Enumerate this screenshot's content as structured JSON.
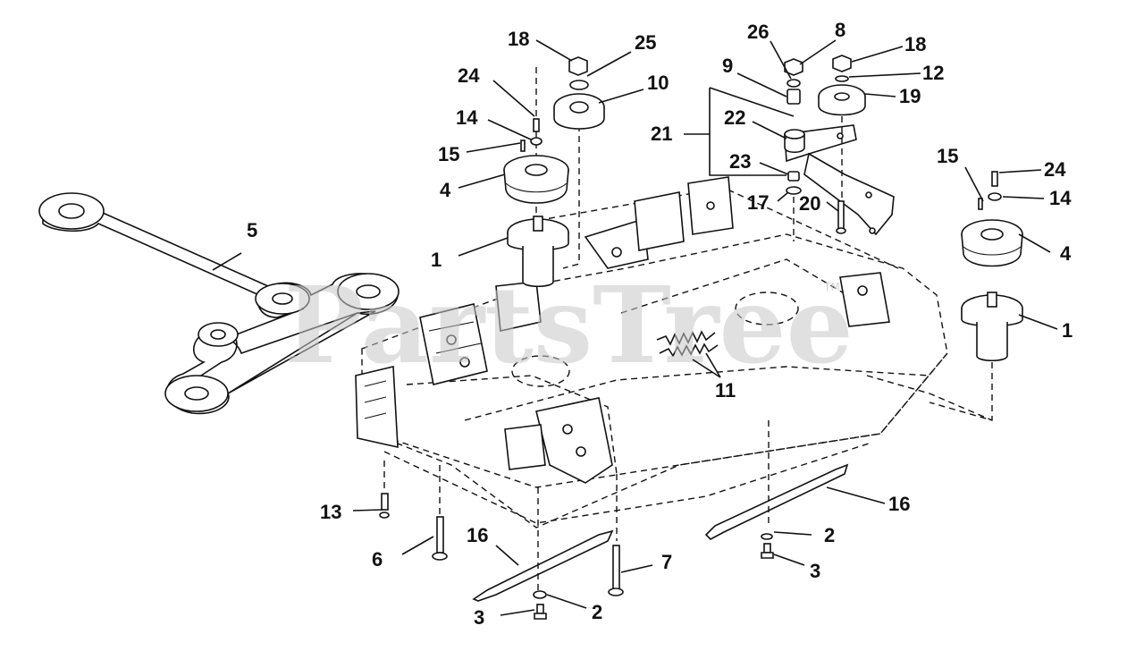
{
  "watermark": {
    "text": "PartsTree",
    "trademark": "TM"
  },
  "callouts": [
    {
      "key": "c18a",
      "text": "18"
    },
    {
      "key": "c25",
      "text": "25"
    },
    {
      "key": "c24a",
      "text": "24"
    },
    {
      "key": "c10",
      "text": "10"
    },
    {
      "key": "c14a",
      "text": "14"
    },
    {
      "key": "c15a",
      "text": "15"
    },
    {
      "key": "c4a",
      "text": "4"
    },
    {
      "key": "c5",
      "text": "5"
    },
    {
      "key": "c1a",
      "text": "1"
    },
    {
      "key": "c26",
      "text": "26"
    },
    {
      "key": "c8",
      "text": "8"
    },
    {
      "key": "c18b",
      "text": "18"
    },
    {
      "key": "c9",
      "text": "9"
    },
    {
      "key": "c12",
      "text": "12"
    },
    {
      "key": "c19",
      "text": "19"
    },
    {
      "key": "c22",
      "text": "22"
    },
    {
      "key": "c21",
      "text": "21"
    },
    {
      "key": "c23",
      "text": "23"
    },
    {
      "key": "c17",
      "text": "17"
    },
    {
      "key": "c20",
      "text": "20"
    },
    {
      "key": "c15b",
      "text": "15"
    },
    {
      "key": "c24b",
      "text": "24"
    },
    {
      "key": "c14b",
      "text": "14"
    },
    {
      "key": "c4b",
      "text": "4"
    },
    {
      "key": "c1b",
      "text": "1"
    },
    {
      "key": "c11",
      "text": "11"
    },
    {
      "key": "c16a",
      "text": "16"
    },
    {
      "key": "c2a",
      "text": "2"
    },
    {
      "key": "c3a",
      "text": "3"
    },
    {
      "key": "c13",
      "text": "13"
    },
    {
      "key": "c6",
      "text": "6"
    },
    {
      "key": "c16b",
      "text": "16"
    },
    {
      "key": "c7",
      "text": "7"
    },
    {
      "key": "c2b",
      "text": "2"
    },
    {
      "key": "c3b",
      "text": "3"
    }
  ]
}
